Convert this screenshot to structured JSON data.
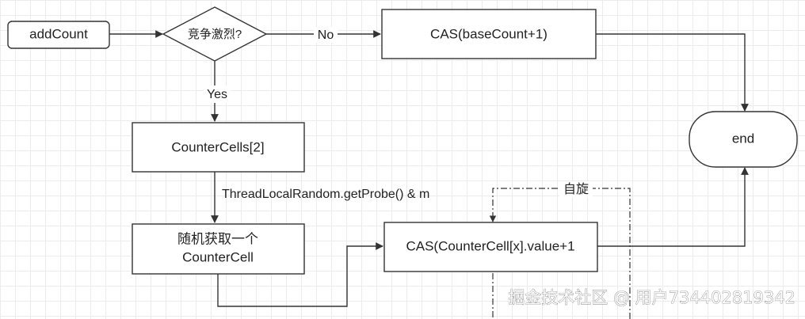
{
  "nodes": {
    "add_count": "addCount",
    "decision": "竞争激烈?",
    "cas_base": "CAS(baseCount+1)",
    "end": "end",
    "counter_cells": "CounterCells[2]",
    "random_pick_line1": "随机获取一个",
    "random_pick_line2": "CounterCell",
    "cas_cell": "CAS(CounterCell[x].value+1"
  },
  "edges": {
    "no": "No",
    "yes": "Yes",
    "probe": "ThreadLocalRandom.getProbe() & m",
    "spin": "自旋"
  },
  "watermark": "掘金技术社区 @ 用户734402819342"
}
